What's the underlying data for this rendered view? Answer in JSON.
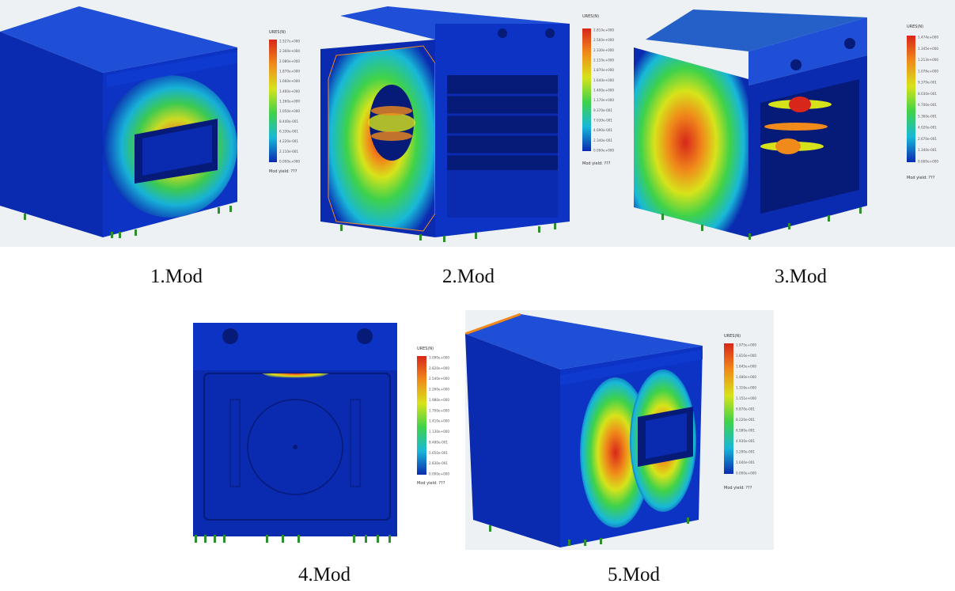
{
  "colors": {
    "model_base": "#0a2bb0",
    "model_dark": "#061a78",
    "model_light": "#1f4fd6",
    "hot": "#d8261a",
    "warm": "#f08a1a",
    "mid": "#d7e31a",
    "cool": "#3fd24a",
    "cold": "#18b8d8",
    "support": "#2f8f2f"
  },
  "panels": [
    {
      "id": "mod1",
      "caption": "1.Mod",
      "legend": {
        "title": "URES(N)",
        "ticks": [
          "2.527e+000",
          "2.300e+000",
          "2.080e+000",
          "1.870e+000",
          "1.660e+000",
          "1.460e+000",
          "1.260e+000",
          "1.050e+000",
          "8.440e-001",
          "6.330e-001",
          "4.220e-001",
          "2.110e-001",
          "0.000e+000"
        ],
        "footer": "Mod yield: ???"
      }
    },
    {
      "id": "mod2",
      "caption": "2.Mod",
      "legend": {
        "title": "URES(N)",
        "ticks": [
          "2.810e+000",
          "2.560e+000",
          "2.330e+000",
          "2.110e+000",
          "1.870e+000",
          "1.640e+000",
          "1.400e+000",
          "1.170e+000",
          "9.370e-001",
          "7.030e-001",
          "4.690e-001",
          "2.340e-001",
          "0.000e+000"
        ],
        "footer": "Mod yield: ???"
      }
    },
    {
      "id": "mod3",
      "caption": "3.Mod",
      "legend": {
        "title": "URES(N)",
        "ticks": [
          "1.474e+000",
          "1.345e+000",
          "1.213e+000",
          "1.076e+000",
          "9.370e-001",
          "8.030e-001",
          "6.700e-001",
          "5.360e-001",
          "4.020e-001",
          "2.670e-001",
          "1.340e-001",
          "0.000e+000"
        ],
        "footer": "Mod yield: ???"
      }
    },
    {
      "id": "mod4",
      "caption": "4.Mod",
      "legend": {
        "title": "URES(N)",
        "ticks": [
          "3.090e+000",
          "2.820e+000",
          "2.540e+000",
          "2.260e+000",
          "1.980e+000",
          "1.700e+000",
          "1.410e+000",
          "1.130e+000",
          "8.480e-001",
          "5.650e-001",
          "2.830e-001",
          "0.000e+000"
        ],
        "footer": "Mod yield: ???"
      }
    },
    {
      "id": "mod5",
      "caption": "5.Mod",
      "legend": {
        "title": "URES(N)",
        "ticks": [
          "1.975e+000",
          "1.810e+000",
          "1.645e+000",
          "1.480e+000",
          "1.316e+000",
          "1.151e+000",
          "9.870e-001",
          "8.220e-001",
          "6.580e-001",
          "4.930e-001",
          "3.290e-001",
          "1.640e-001",
          "0.000e+000"
        ],
        "footer": "Mod yield: ???"
      }
    }
  ]
}
